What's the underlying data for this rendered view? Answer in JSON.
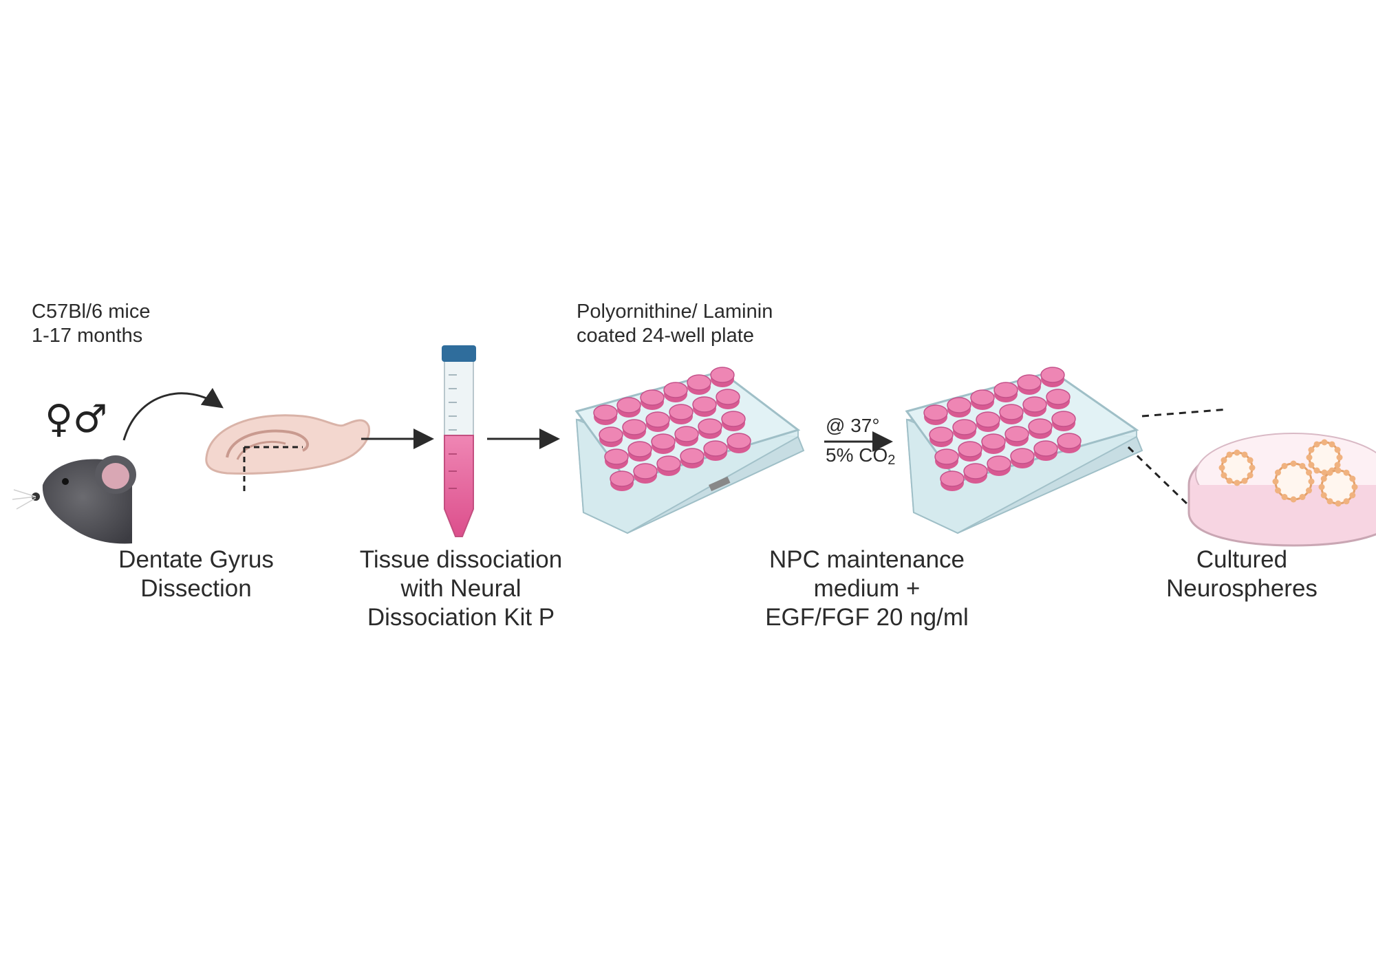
{
  "mouse": {
    "strain": "C57Bl/6 mice",
    "age": "1-17 months",
    "sex_symbols": "♀♂"
  },
  "steps": [
    {
      "line1": "Dentate Gyrus",
      "line2": "Dissection"
    },
    {
      "line1": "Tissue dissociation",
      "line2": "with Neural",
      "line3": "Dissociation Kit P"
    },
    {
      "line1": "NPC maintenance",
      "line2": "medium +",
      "line3": "EGF/FGF 20 ng/ml"
    },
    {
      "line1": "Cultured",
      "line2": "Neurospheres"
    }
  ],
  "plate_label": {
    "line1": "Polyornithine/ Laminin",
    "line2": "coated 24-well plate"
  },
  "incubation": {
    "temp": "@ 37°",
    "co2_prefix": "5% CO",
    "co2_sub": "2"
  },
  "colors": {
    "medium_pink": "#e86fa3",
    "plate_blue": "#d7ecf0",
    "arrow": "#2b2b2b",
    "tube_cap": "#2f6d9c"
  }
}
